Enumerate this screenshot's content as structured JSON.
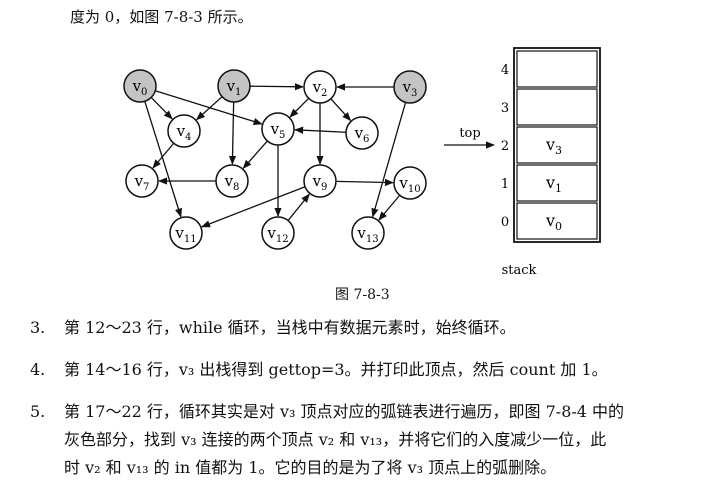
{
  "intro_line": "度为 0，如图 7-8-3 所示。",
  "figure": {
    "caption": "图 7-8-3",
    "top_label": "top",
    "stack_label": "stack",
    "nodes": [
      {
        "id": "v0",
        "base": "v",
        "sub": "0",
        "shaded": true
      },
      {
        "id": "v1",
        "base": "v",
        "sub": "1",
        "shaded": true
      },
      {
        "id": "v2",
        "base": "v",
        "sub": "2",
        "shaded": false
      },
      {
        "id": "v3",
        "base": "v",
        "sub": "3",
        "shaded": true
      },
      {
        "id": "v4",
        "base": "v",
        "sub": "4",
        "shaded": false
      },
      {
        "id": "v5",
        "base": "v",
        "sub": "5",
        "shaded": false
      },
      {
        "id": "v6",
        "base": "v",
        "sub": "6",
        "shaded": false
      },
      {
        "id": "v7",
        "base": "v",
        "sub": "7",
        "shaded": false
      },
      {
        "id": "v8",
        "base": "v",
        "sub": "8",
        "shaded": false
      },
      {
        "id": "v9",
        "base": "v",
        "sub": "9",
        "shaded": false
      },
      {
        "id": "v10",
        "base": "v",
        "sub": "10",
        "shaded": false
      },
      {
        "id": "v11",
        "base": "v",
        "sub": "11",
        "shaded": false
      },
      {
        "id": "v12",
        "base": "v",
        "sub": "12",
        "shaded": false
      },
      {
        "id": "v13",
        "base": "v",
        "sub": "13",
        "shaded": false
      }
    ],
    "edges": [
      [
        "v0",
        "v4"
      ],
      [
        "v0",
        "v5"
      ],
      [
        "v0",
        "v11"
      ],
      [
        "v1",
        "v2"
      ],
      [
        "v1",
        "v4"
      ],
      [
        "v1",
        "v8"
      ],
      [
        "v2",
        "v5"
      ],
      [
        "v2",
        "v6"
      ],
      [
        "v2",
        "v9"
      ],
      [
        "v3",
        "v2"
      ],
      [
        "v3",
        "v13"
      ],
      [
        "v4",
        "v7"
      ],
      [
        "v5",
        "v8"
      ],
      [
        "v5",
        "v12"
      ],
      [
        "v6",
        "v5"
      ],
      [
        "v8",
        "v7"
      ],
      [
        "v9",
        "v10"
      ],
      [
        "v9",
        "v11"
      ],
      [
        "v10",
        "v13"
      ],
      [
        "v12",
        "v9"
      ]
    ],
    "stack": [
      {
        "index": "4",
        "base": "",
        "sub": ""
      },
      {
        "index": "3",
        "base": "",
        "sub": ""
      },
      {
        "index": "2",
        "base": "v",
        "sub": "3"
      },
      {
        "index": "1",
        "base": "v",
        "sub": "1"
      },
      {
        "index": "0",
        "base": "v",
        "sub": "0"
      }
    ]
  },
  "items": [
    {
      "num": "3.",
      "lines": [
        "第 12～23 行，while 循环，当栈中有数据元素时，始终循环。"
      ]
    },
    {
      "num": "4.",
      "lines": [
        "第 14～16 行，v₃ 出栈得到 gettop=3。并打印此顶点，然后 count 加 1。"
      ]
    },
    {
      "num": "5.",
      "lines": [
        "第 17～22 行，循环其实是对 v₃ 顶点对应的弧链表进行遍历，即图 7-8-4 中的",
        "灰色部分，找到 v₃ 连接的两个顶点 v₂ 和 v₁₃，并将它们的入度减少一位，此",
        "时 v₂ 和 v₁₃ 的 in 值都为 1。它的目的是为了将 v₃ 顶点上的弧删除。"
      ]
    }
  ]
}
